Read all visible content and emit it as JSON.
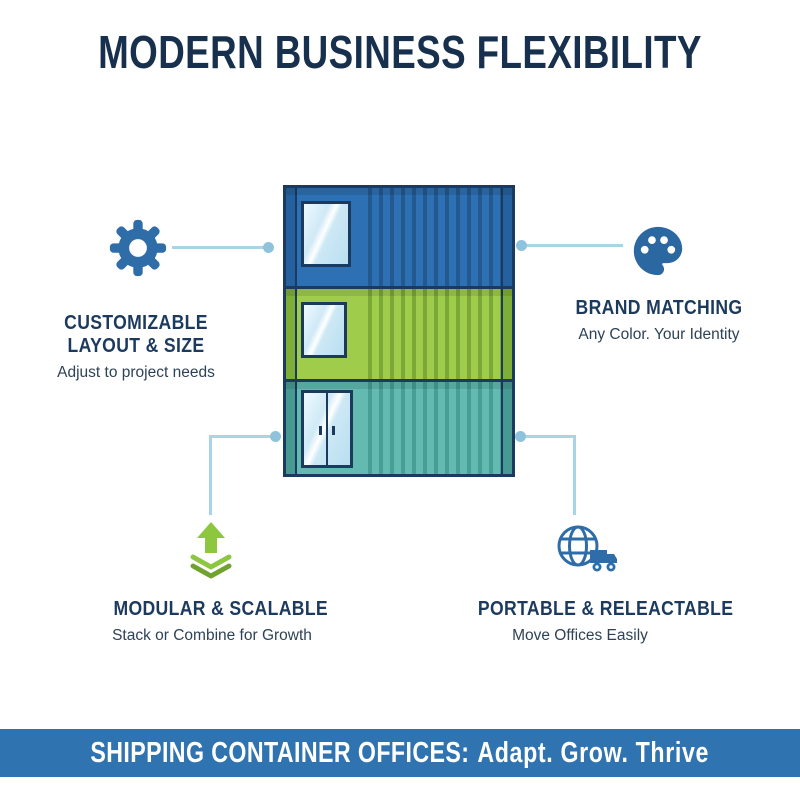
{
  "title": "MODERN BUSINESS FLEXIBILITY",
  "features": {
    "customizable": {
      "line1": "CUSTOMIZABLE",
      "line2": "LAYOUT & SIZE",
      "subtitle": "Adjust to project needs"
    },
    "brand": {
      "title": "BRAND MATCHING",
      "subtitle": "Any Color. Your Identity"
    },
    "modular": {
      "title": "MODULAR & SCALABLE",
      "subtitle": "Stack or Combine for Growth"
    },
    "portable": {
      "title": "PORTABLE & RELEACTABLE",
      "subtitle": "Move Offices Easily"
    }
  },
  "footer": {
    "label": "SHIPPING CONTAINER OFFICES:",
    "tagline": "Adapt. Grow. Thrive"
  },
  "icons": {
    "customizable": "gear-icon",
    "brand": "palette-icon",
    "modular": "scale-up-icon",
    "portable": "globe-truck-icon"
  },
  "colors": {
    "navy": "#1c3a5e",
    "blue": "#2e6da8",
    "green": "#8dc63f",
    "teal": "#63bab1",
    "connector": "#a9d4e8",
    "footer_bar": "#2f73b0"
  }
}
